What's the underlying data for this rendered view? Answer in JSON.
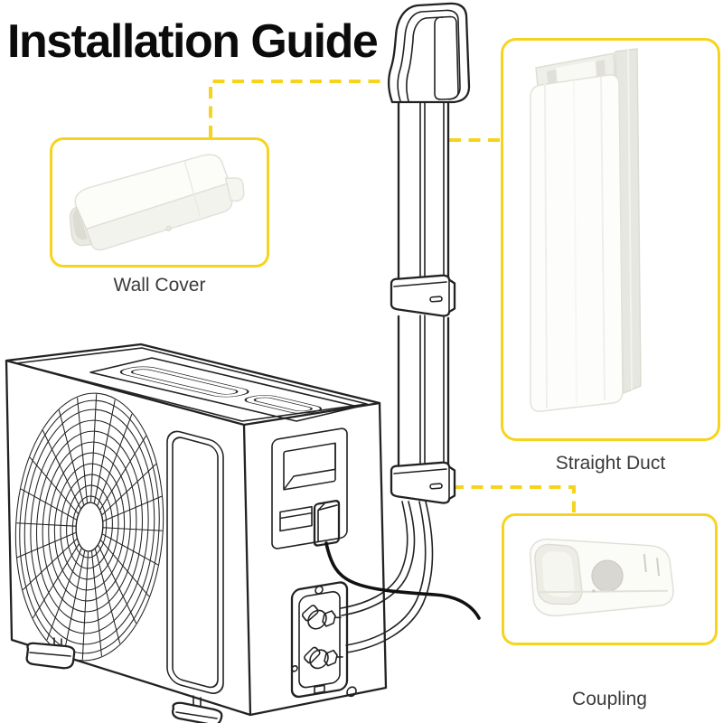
{
  "title": "Installation Guide",
  "callouts": {
    "wall_cover": {
      "label": "Wall Cover"
    },
    "straight_duct": {
      "label": "Straight Duct"
    },
    "coupling": {
      "label": "Coupling"
    }
  },
  "colors": {
    "accent_yellow": "#F6D41E",
    "line_art": "#222222",
    "label_text": "#3b3b3b",
    "title_text": "#0b0b0b"
  }
}
